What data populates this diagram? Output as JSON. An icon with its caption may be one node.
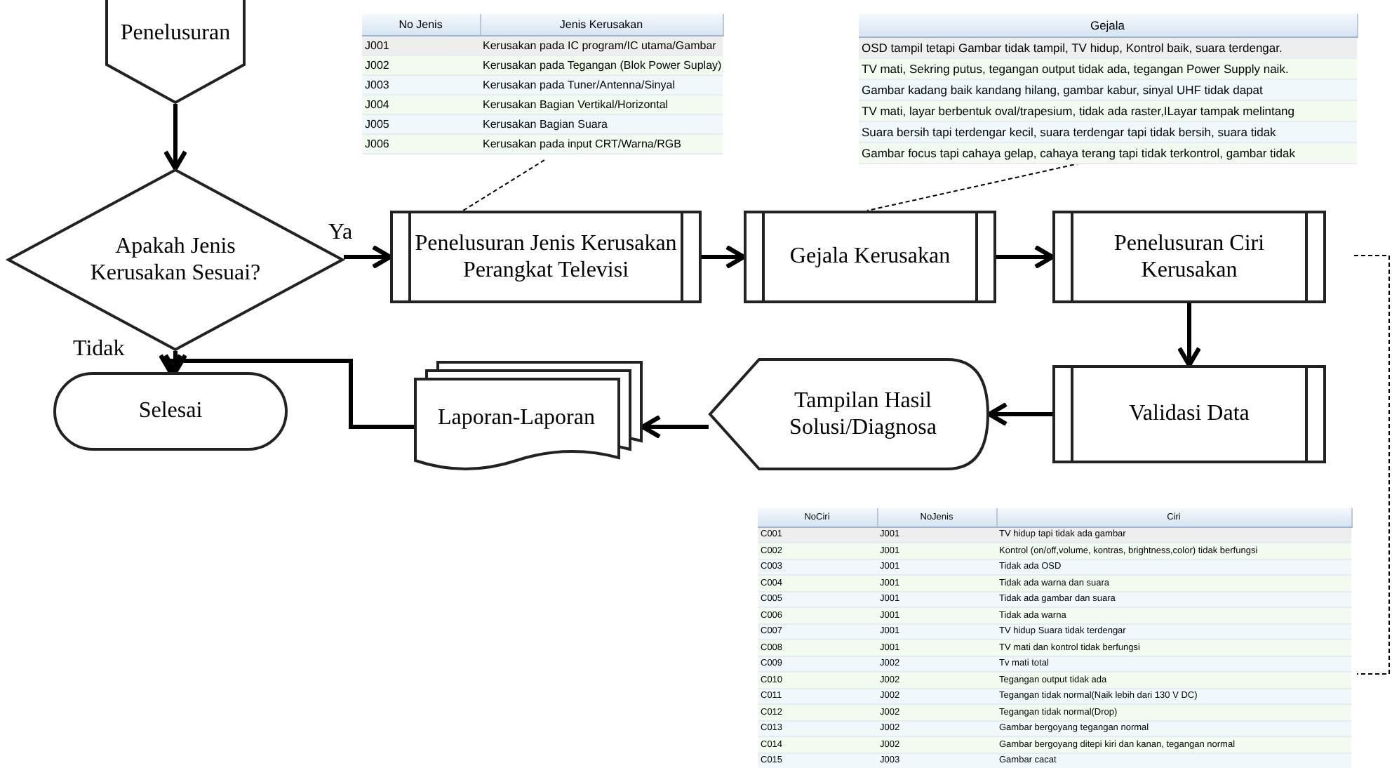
{
  "diagram": {
    "nodes": [
      {
        "text": [
          "Penelusuran"
        ]
      },
      {
        "text": [
          "Apakah Jenis Kerusakan Sesuai?"
        ]
      },
      {
        "text": [
          "Penelusuran Jenis Kerusakan Perangkat Televisi"
        ]
      },
      {
        "text": [
          "Gejala Kerusakan"
        ]
      },
      {
        "text": [
          "Penelusuran Ciri Kerusakan"
        ]
      },
      {
        "text": [
          "Validasi Data"
        ]
      },
      {
        "text": [
          "Tampilan Hasil Solusi/Diagnosa"
        ]
      },
      {
        "text": [
          "Laporan-Laporan"
        ]
      },
      {
        "text": [
          "Selesai"
        ]
      },
      {
        "text": [
          "No Jenis",
          "Jenis Kerusakan",
          "J001",
          "Kerusakan pada IC program/IC utama/Gambar",
          "J002",
          "Kerusakan pada Tegangan (Blok Power Suplay)",
          "J003",
          "Kerusakan pada Tuner/Antenna/Sinyal",
          "J004",
          "Kerusakan Bagian Vertikal/Horizontal",
          "J005",
          "Kerusakan Bagian Suara",
          "J006",
          "Kerusakan pada input CRT/Warna/RGB"
        ]
      },
      {
        "text": [
          "Gejala",
          "OSD tampil tetapi Gambar tidak tampil, TV hidup, Kontrol baik, suara terdengar.",
          "TV mati, Sekring putus, tegangan output tidak ada, tegangan Power Supply naik.",
          "Gambar kadang baik kandang hilang, gambar kabur, sinyal UHF tidak dapat",
          "TV mati, layar berbentuk oval/trapesium, tidak ada raster,ILayar tampak melintang",
          "Suara bersih tapi terdengar kecil, suara terdengar tapi tidak bersih, suara tidak",
          "Gambar focus tapi cahaya gelap, cahaya terang tapi tidak terkontrol, gambar tidak"
        ]
      },
      {
        "text": [
          "NoCiri",
          "NoJenis",
          "Ciri",
          "C001",
          "J001",
          "TV hidup tapi tidak ada gambar",
          "C002",
          "J001",
          "Kontrol (on/off,volume, kontras, brightness,color) tidak berfungsi",
          "C003",
          "J001",
          "Tidak ada OSD",
          "C004",
          "J001",
          "Tidak ada warna dan suara",
          "C005",
          "J001",
          "Tidak ada gambar dan suara",
          "C006",
          "J001",
          "Tidak ada warna",
          "C007",
          "J001",
          "TV hidup Suara tidak terdengar",
          "C008",
          "J001",
          "TV mati dan kontrol tidak berfungsi",
          "C009",
          "J002",
          "Tv mati total",
          "C010",
          "J002",
          "Tegangan output tidak ada",
          "C011",
          "J002",
          "Tegangan tidak normal(Naik lebih dari 130 V DC)",
          "C012",
          "J002",
          "Tegangan tidak normal(Drop)",
          "C013",
          "J002",
          "Gambar bergoyang tegangan normal",
          "C014",
          "J002",
          "Gambar bergoyang ditepi kiri dan kanan, tegangan normal",
          "C015",
          "J003",
          "Gambar cacat"
        ]
      }
    ],
    "edges": [
      {
        "from": 0,
        "to": 1,
        "arrow": "to"
      },
      {
        "from": 1,
        "to": 2,
        "arrow": "to",
        "label": "Ya"
      },
      {
        "from": 2,
        "to": 3,
        "arrow": "to"
      },
      {
        "from": 3,
        "to": 4,
        "arrow": "to"
      },
      {
        "from": 4,
        "to": 5,
        "arrow": "to"
      },
      {
        "from": 5,
        "to": 6,
        "arrow": "to"
      },
      {
        "from": 6,
        "to": 7,
        "arrow": "to"
      },
      {
        "from": 7,
        "to": 8,
        "arrow": "to"
      },
      {
        "from": 1,
        "to": 8,
        "arrow": "to",
        "label": "Tidak"
      },
      {
        "from": 9,
        "to": 2,
        "arrow": "none",
        "style": "dashed"
      },
      {
        "from": 10,
        "to": 3,
        "arrow": "none",
        "style": "dashed"
      },
      {
        "from": 4,
        "to": 11,
        "arrow": "none",
        "style": "dashed"
      }
    ]
  }
}
